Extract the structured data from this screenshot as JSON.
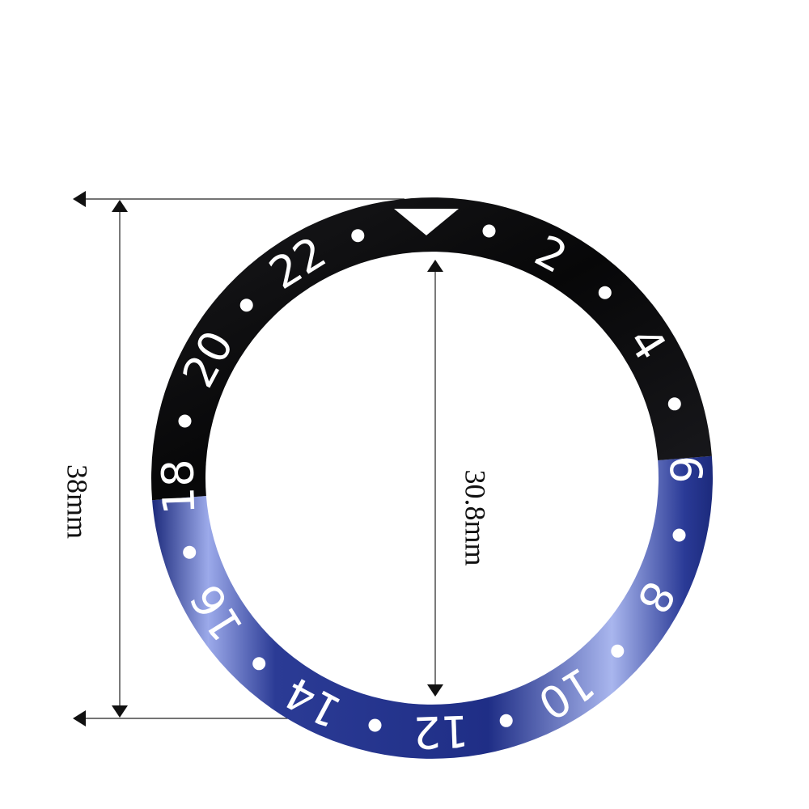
{
  "bezel": {
    "numerals": [
      "2",
      "4",
      "6",
      "8",
      "10",
      "12",
      "14",
      "16",
      "18",
      "20",
      "22"
    ],
    "colors": {
      "upper_half": "#0b0b0d",
      "lower_half": "#24348a",
      "lower_half_highlight": "#a9b6ee",
      "markings": "#ffffff"
    }
  },
  "dimensions": {
    "outer_diameter": "38mm",
    "inner_diameter": "30.8mm"
  }
}
